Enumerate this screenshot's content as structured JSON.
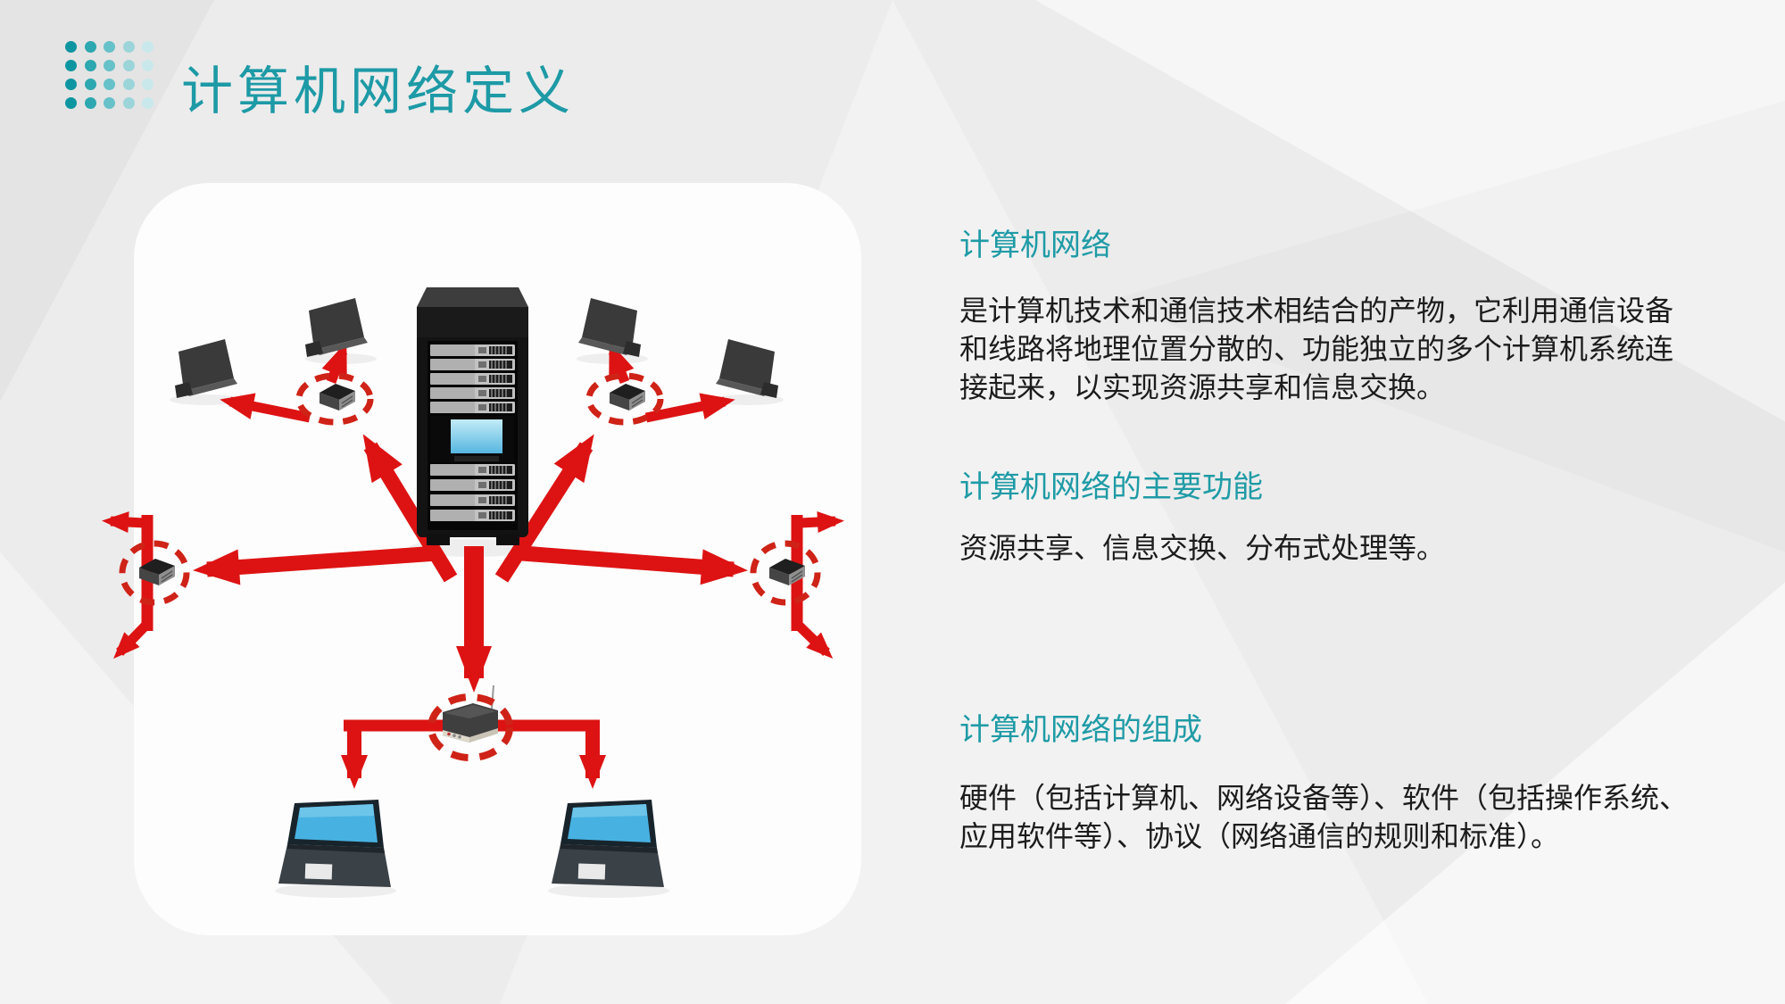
{
  "slide": {
    "title": "计算机网络定义",
    "theme": {
      "accent": "#1d9aa6",
      "background": "#ececec",
      "card": "#fdfdfd",
      "arrow_red": "#dd1313",
      "logo_dot_colors": [
        "#0e95a2",
        "#2da7b0",
        "#66c1c9",
        "#9bd5da",
        "#c9e8eb"
      ]
    },
    "sections": [
      {
        "heading": "计算机网络",
        "body": "是计算机技术和通信技术相结合的产物，它利用通信设备\n和线路将地理位置分散的、功能独立的多个计算机系统连\n接起来，以实现资源共享和信息交换。"
      },
      {
        "heading": "计算机网络的主要功能",
        "body": "资源共享、信息交换、分布式处理等。"
      },
      {
        "heading": "计算机网络的组成",
        "body": "硬件（包括计算机、网络设备等）、软件（包括操作系统、\n应用软件等）、协议（网络通信的规则和标准）。"
      }
    ],
    "illustration": {
      "type": "network-diagram",
      "elements": [
        "server-tower",
        "router",
        "laptop",
        "red-arrow",
        "dashed-circle"
      ]
    }
  }
}
